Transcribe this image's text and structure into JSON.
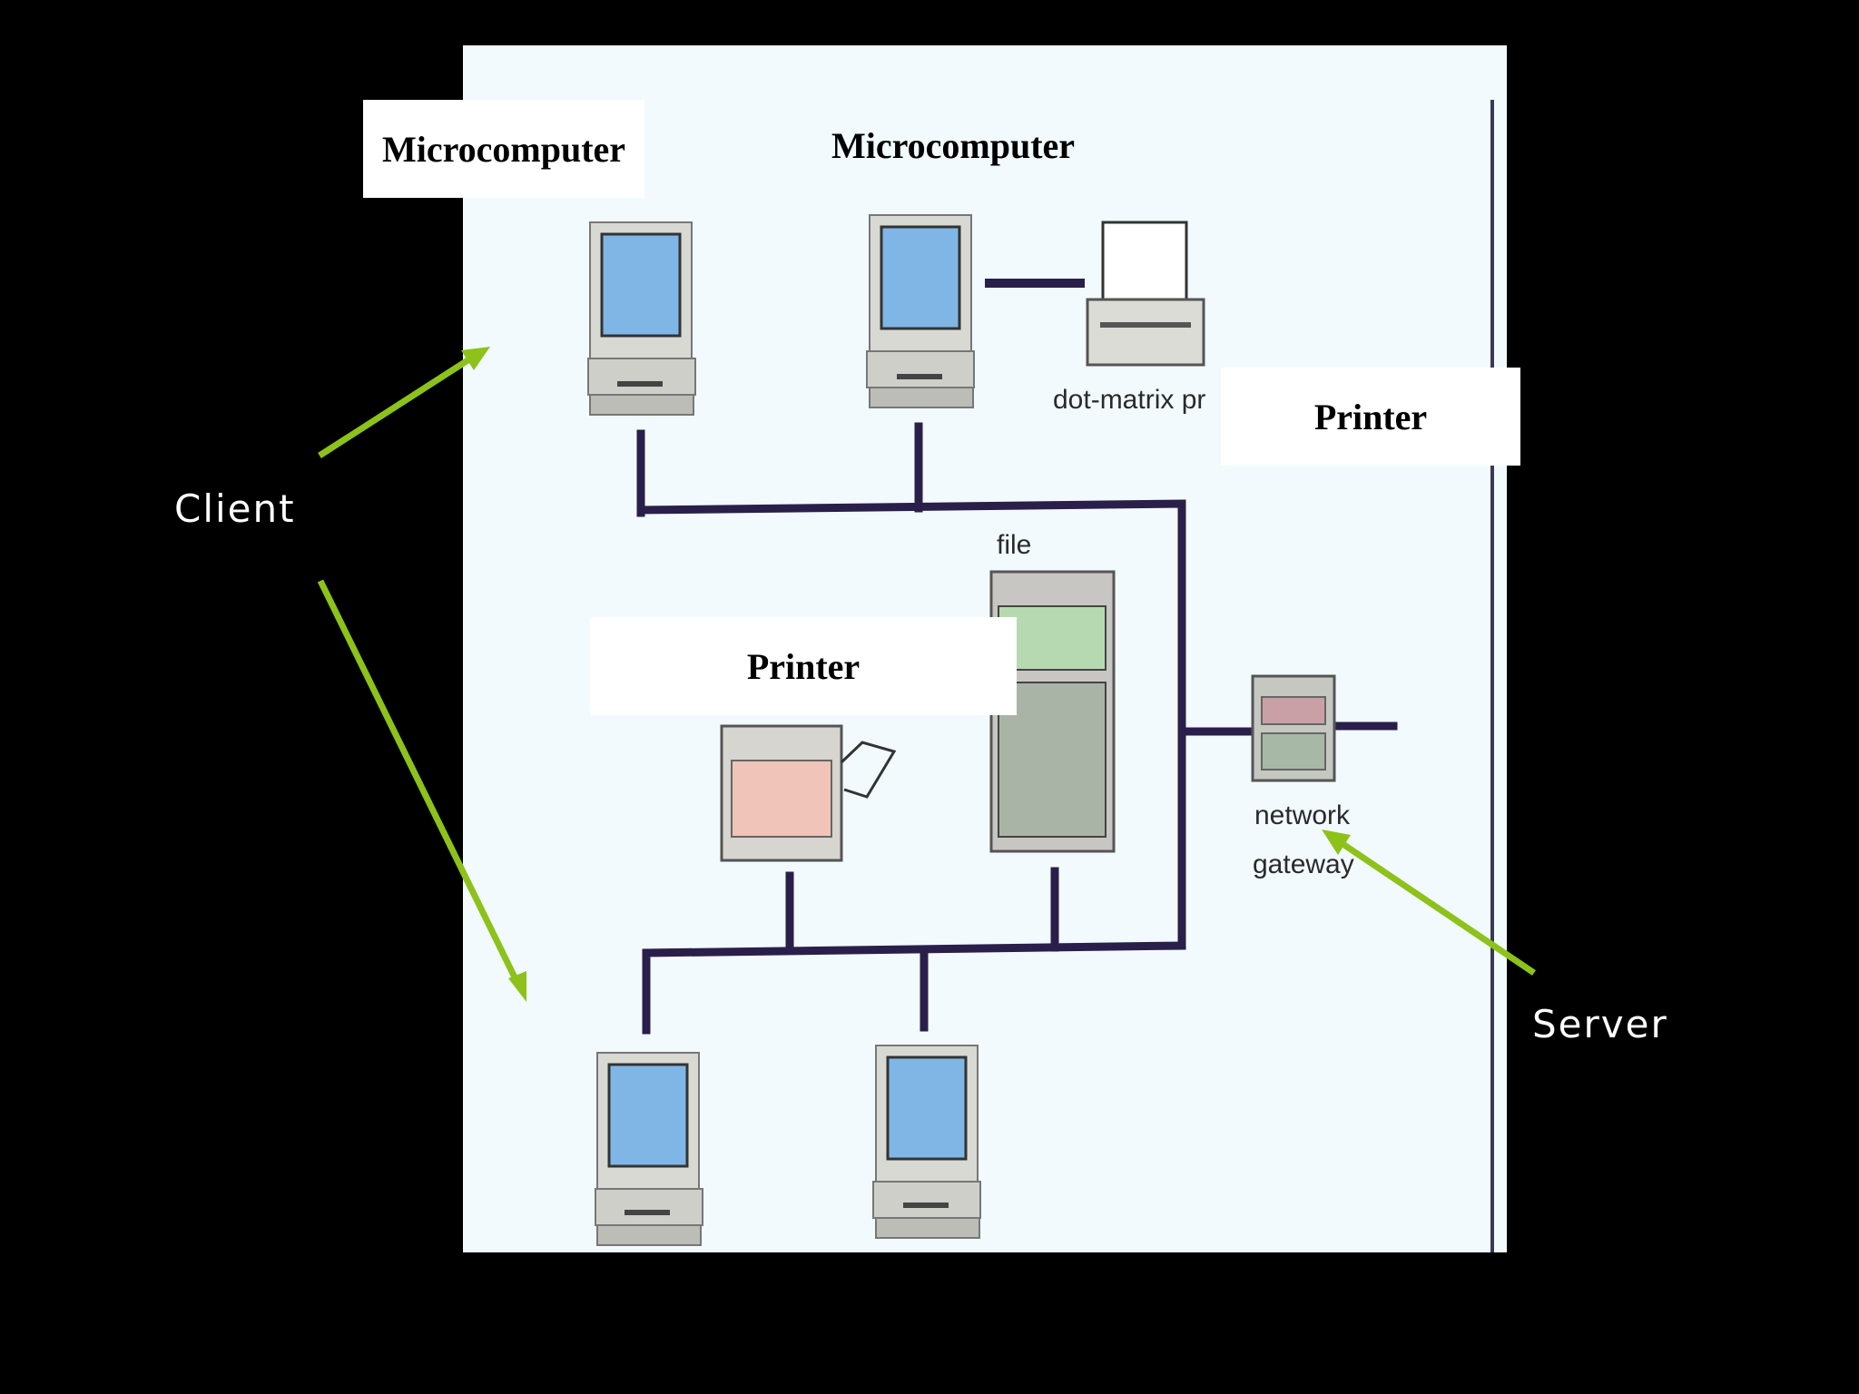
{
  "colors": {
    "background": "#000000",
    "panel": "#f2fafd",
    "network_line": "#2a1f4a",
    "arrow": "#8cc21a",
    "label_text": "#ffffff"
  },
  "labels": {
    "micro_left": "Microcomputer",
    "micro_right": "Microcomputer",
    "printer_right": "Printer",
    "printer_center": "Printer",
    "client": "Client",
    "server": "Server"
  },
  "scan_labels": {
    "dot_matrix": "dot-matrix pr",
    "file": "file",
    "network": "network",
    "gateway": "gateway"
  }
}
